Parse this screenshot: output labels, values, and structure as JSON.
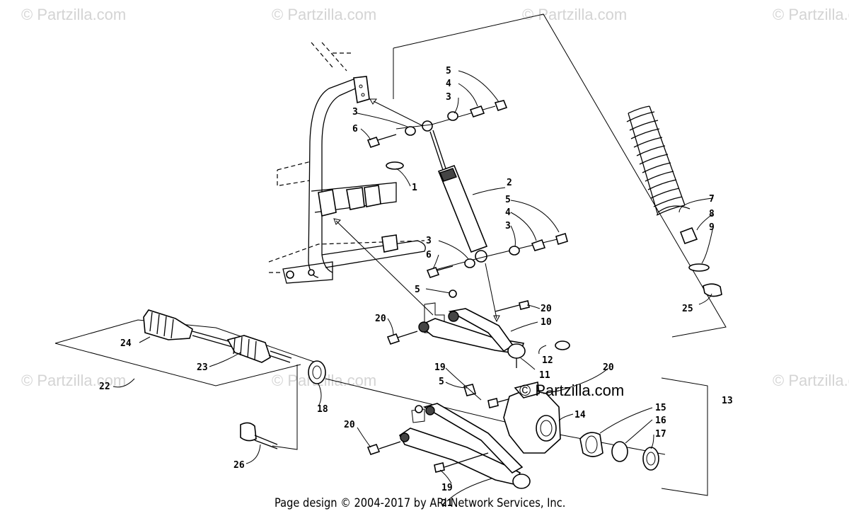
{
  "watermarks": [
    "© Partzilla.com",
    "© Partzilla.com",
    "© Partzilla.com",
    "© Partzilla.com",
    "© Partzilla.com",
    "© Partzilla.com",
    "© Partzilla.com"
  ],
  "center_watermark": "© Partzilla.com",
  "footer": "Page design © 2004-2017 by ARI Network Services, Inc.",
  "callouts": {
    "c1": "1",
    "c2": "2",
    "c3a": "3",
    "c3b": "3",
    "c3c": "3",
    "c3d": "3",
    "c4a": "4",
    "c4b": "4",
    "c5a": "5",
    "c5b": "5",
    "c5c": "5",
    "c5d": "5",
    "c6a": "6",
    "c6b": "6",
    "c7": "7",
    "c8": "8",
    "c9": "9",
    "c10": "10",
    "c11": "11",
    "c12": "12",
    "c13": "13",
    "c14": "14",
    "c15": "15",
    "c16": "16",
    "c17": "17",
    "c18": "18",
    "c19a": "19",
    "c19b": "19",
    "c20a": "20",
    "c20b": "20",
    "c20c": "20",
    "c20d": "20",
    "c21": "21",
    "c22": "22",
    "c23": "23",
    "c24": "24",
    "c25": "25",
    "c26": "26"
  }
}
